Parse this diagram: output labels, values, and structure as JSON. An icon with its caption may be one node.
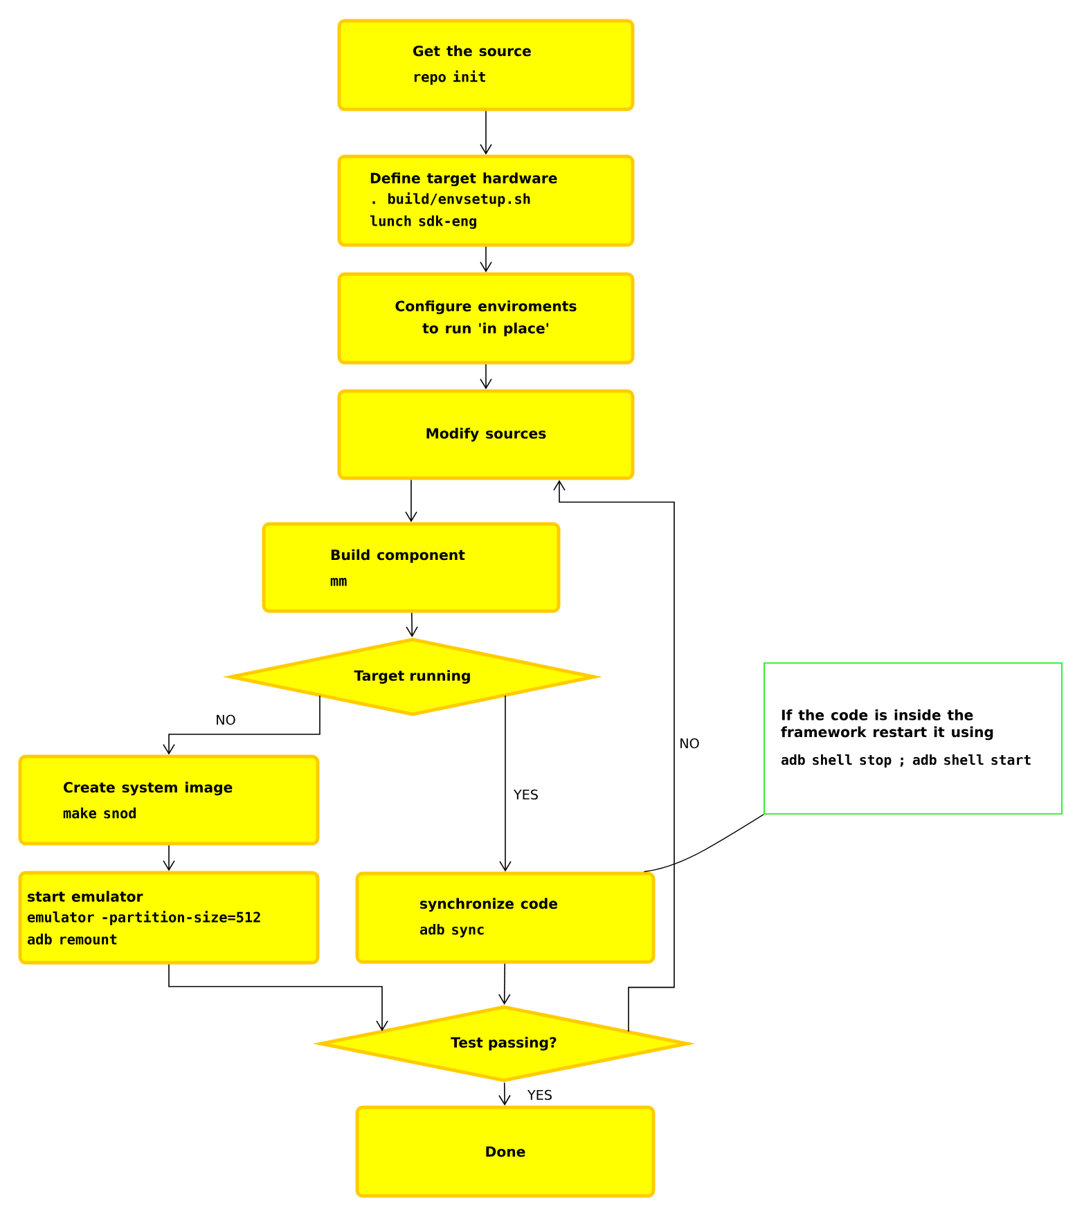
{
  "diagram": {
    "nodes": [
      {
        "text": [
          "Get the source",
          "repo init"
        ]
      },
      {
        "text": [
          "Define target hardware",
          ". build/envsetup.sh",
          "lunch sdk-eng"
        ]
      },
      {
        "text": [
          "Configure enviroments to run 'in place'"
        ]
      },
      {
        "text": [
          "Modify sources"
        ]
      },
      {
        "text": [
          "Build component",
          "mm"
        ]
      },
      {
        "text": [
          "Target running"
        ]
      },
      {
        "text": [
          "Create system image",
          "make snod"
        ]
      },
      {
        "text": [
          "start emulator",
          "emulator -partition-size=512",
          "adb remount"
        ]
      },
      {
        "text": [
          "synchronize code",
          "adb sync"
        ]
      },
      {
        "text": [
          "Test passing?"
        ]
      },
      {
        "text": [
          "Done"
        ]
      },
      {
        "text": [
          "If the code is inside the framework restart it using",
          "adb shell stop ; adb shell start"
        ]
      }
    ],
    "edges": [
      {
        "from": 0,
        "to": 1,
        "arrow": "to"
      },
      {
        "from": 1,
        "to": 2,
        "arrow": "to"
      },
      {
        "from": 2,
        "to": 3,
        "arrow": "to"
      },
      {
        "from": 3,
        "to": 4,
        "arrow": "to"
      },
      {
        "from": 4,
        "to": 5,
        "arrow": "to"
      },
      {
        "from": 5,
        "to": 6,
        "arrow": "to",
        "label": "NO"
      },
      {
        "from": 5,
        "to": 8,
        "arrow": "to",
        "label": "YES"
      },
      {
        "from": 6,
        "to": 7,
        "arrow": "to"
      },
      {
        "from": 7,
        "to": 9,
        "arrow": "to"
      },
      {
        "from": 8,
        "to": 9,
        "arrow": "to"
      },
      {
        "from": 9,
        "to": 3,
        "arrow": "to",
        "label": "NO"
      },
      {
        "from": 9,
        "to": 10,
        "arrow": "to",
        "label": "YES"
      },
      {
        "from": 11,
        "to": 8,
        "arrow": "none"
      }
    ]
  }
}
